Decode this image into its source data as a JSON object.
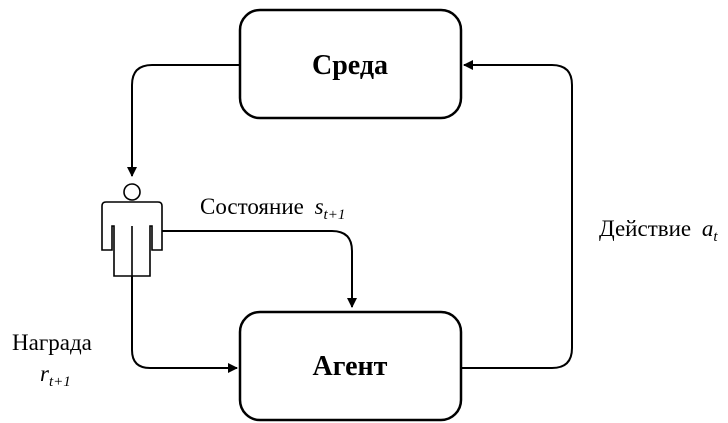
{
  "diagram": {
    "environment_label": "Среда",
    "agent_label": "Агент",
    "state": {
      "word": "Состояние",
      "symbol": "s",
      "subscript": "t+1"
    },
    "action": {
      "word": "Действие",
      "symbol": "a",
      "subscript": "t"
    },
    "reward": {
      "word": "Награда",
      "symbol": "r",
      "subscript": "t+1"
    },
    "icons": {
      "interpreter": "person-icon"
    },
    "colors": {
      "stroke": "#000000",
      "background": "#ffffff"
    }
  }
}
